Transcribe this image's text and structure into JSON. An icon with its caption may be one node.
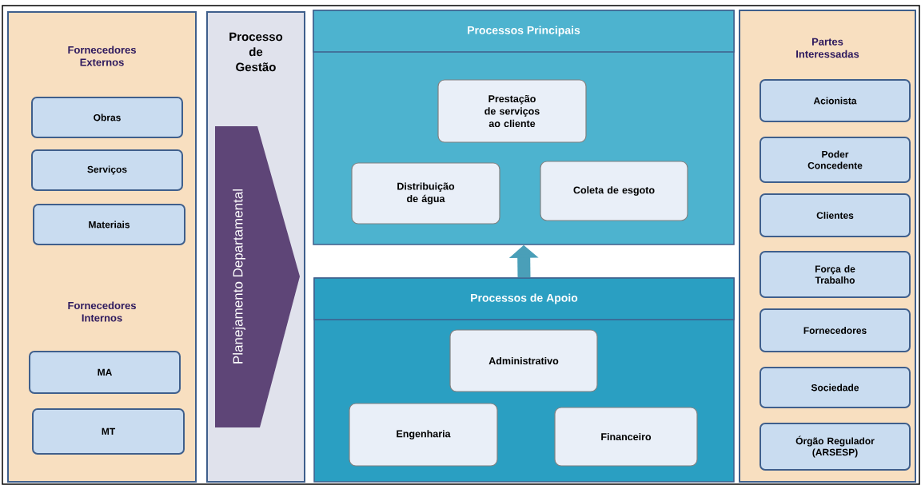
{
  "diagram": {
    "nodes": [
      {
        "text": [
          "Fornecedores Externos",
          "Fornecedores Internos"
        ]
      },
      {
        "text": [
          "Obras"
        ],
        "in": 0
      },
      {
        "text": [
          "Serviços"
        ],
        "in": 0
      },
      {
        "text": [
          "Materiais"
        ],
        "in": 0
      },
      {
        "text": [
          "MA"
        ],
        "in": 0
      },
      {
        "text": [
          "MT"
        ],
        "in": 0
      },
      {
        "text": [
          "Processo de Gestão"
        ]
      },
      {
        "text": [
          "Planejamento Departamental"
        ],
        "in": 6
      },
      {
        "text": [
          "Processos Principais"
        ]
      },
      {
        "text": [
          "Prestação de serviços ao cliente"
        ],
        "in": 8
      },
      {
        "text": [
          "Distribuição de água"
        ],
        "in": 8
      },
      {
        "text": [
          "Coleta de esgoto"
        ],
        "in": 8
      },
      {
        "text": [
          "Processos de Apoio"
        ]
      },
      {
        "text": [
          "Administrativo"
        ],
        "in": 12
      },
      {
        "text": [
          "Engenharia"
        ],
        "in": 12
      },
      {
        "text": [
          "Financeiro"
        ],
        "in": 12
      },
      {
        "text": [
          "Partes Interessadas"
        ]
      },
      {
        "text": [
          "Acionista"
        ],
        "in": 16
      },
      {
        "text": [
          "Poder Concedente"
        ],
        "in": 16
      },
      {
        "text": [
          "Clientes"
        ],
        "in": 16
      },
      {
        "text": [
          "Força de Trabalho"
        ],
        "in": 16
      },
      {
        "text": [
          "Fornecedores"
        ],
        "in": 16
      },
      {
        "text": [
          "Sociedade"
        ],
        "in": 16
      },
      {
        "text": [
          "Órgão Regulador (ARSESP)"
        ],
        "in": 16
      }
    ],
    "edges": [
      {
        "from": 12,
        "to": 8,
        "arrow": "to"
      }
    ]
  }
}
